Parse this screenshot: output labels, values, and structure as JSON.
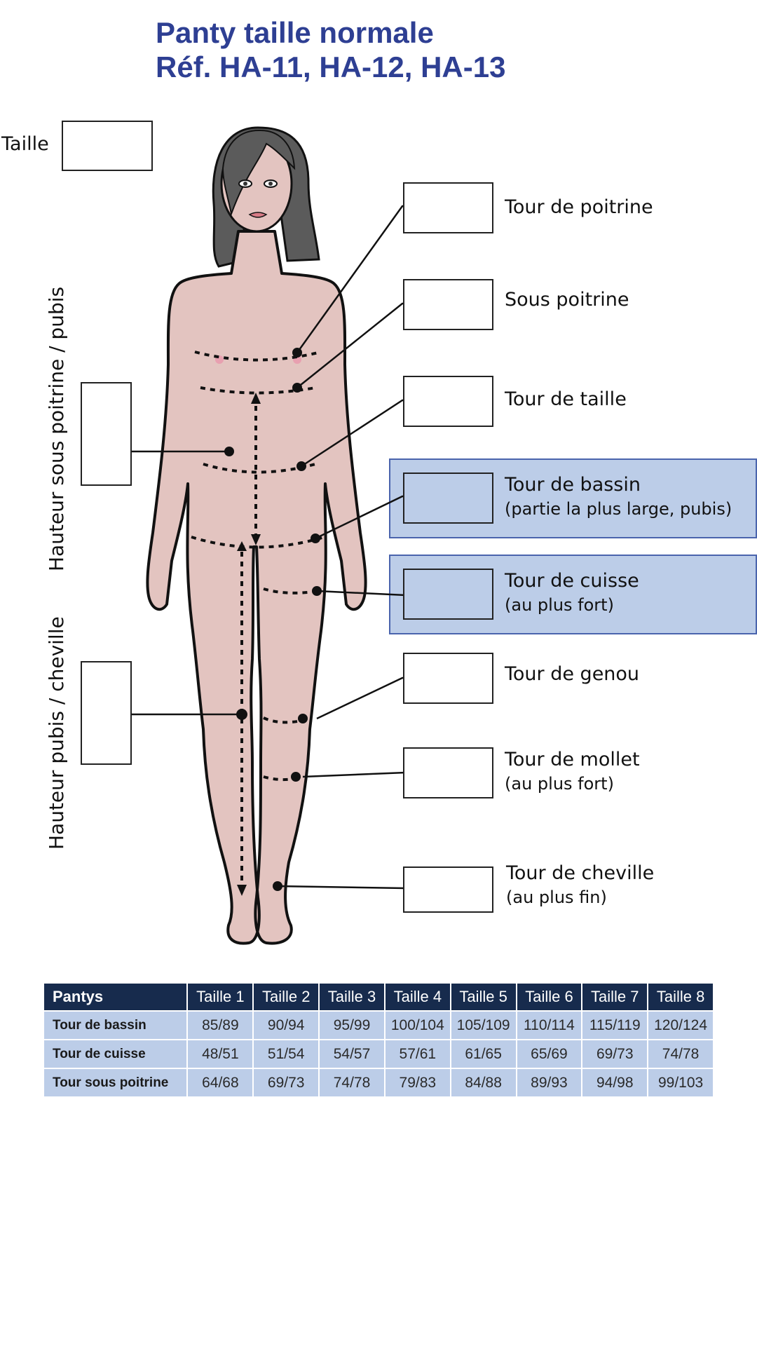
{
  "title": {
    "line1": "Panty taille normale",
    "line2": "Réf. HA-11, HA-12, HA-13"
  },
  "left_labels": {
    "taille": "Taille",
    "hauteur_sous_poitrine": "Hauteur sous poitrine / pubis",
    "hauteur_pubis": "Hauteur pubis / cheville"
  },
  "measurements": [
    {
      "label": "Tour de poitrine",
      "sub": "",
      "highlighted": false
    },
    {
      "label": "Sous poitrine",
      "sub": "",
      "highlighted": false
    },
    {
      "label": "Tour de taille",
      "sub": "",
      "highlighted": false
    },
    {
      "label": "Tour de bassin",
      "sub": "(partie la plus large, pubis)",
      "highlighted": true
    },
    {
      "label": "Tour de cuisse",
      "sub": "(au plus fort)",
      "highlighted": true
    },
    {
      "label": "Tour de genou",
      "sub": "",
      "highlighted": false
    },
    {
      "label": "Tour de mollet",
      "sub": "(au plus fort)",
      "highlighted": false
    },
    {
      "label": "Tour de cheville",
      "sub": "(au plus fin)",
      "highlighted": false
    }
  ],
  "colors": {
    "title": "#2e3f93",
    "highlight_fill": "#bccde8",
    "highlight_border": "#4a64ad",
    "table_header": "#172b4d",
    "table_cell": "#bccde8",
    "skin": "#e3c4c0",
    "hair": "#5b5b5b"
  },
  "size_table": {
    "header": [
      "Pantys",
      "Taille 1",
      "Taille 2",
      "Taille 3",
      "Taille 4",
      "Taille 5",
      "Taille 6",
      "Taille 7",
      "Taille 8"
    ],
    "rows": [
      [
        "Tour de bassin",
        "85/89",
        "90/94",
        "95/99",
        "100/104",
        "105/109",
        "110/114",
        "115/119",
        "120/124"
      ],
      [
        "Tour de cuisse",
        "48/51",
        "51/54",
        "54/57",
        "57/61",
        "61/65",
        "65/69",
        "69/73",
        "74/78"
      ],
      [
        "Tour sous poitrine",
        "64/68",
        "69/73",
        "74/78",
        "79/83",
        "84/88",
        "89/93",
        "94/98",
        "99/103"
      ]
    ]
  }
}
